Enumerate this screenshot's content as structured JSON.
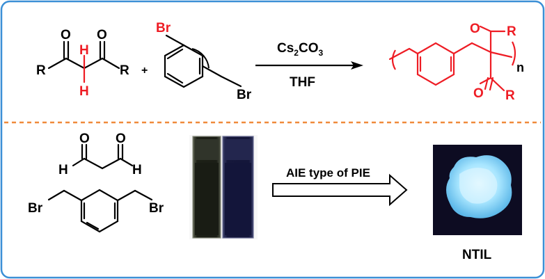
{
  "colors": {
    "frame": "#3b8fd6",
    "divider": "#f08a3c",
    "black": "#000000",
    "red": "#ee1c24",
    "cuvette_dark": "#14163a",
    "cuvette_light": "#1a1d14",
    "powder_bg": "#0d0c22",
    "powder_glow": "#9fe3ff"
  },
  "reaction": {
    "dione": {
      "o_left": "O",
      "o_right": "O",
      "r_left": "R",
      "r_right": "R",
      "h_top": "H",
      "h_bottom": "H"
    },
    "plus": "+",
    "dibromide": {
      "br_top": "Br",
      "br_right": "Br"
    },
    "reagent_prefix": "Cs",
    "reagent_sub1": "2",
    "reagent_mid": "CO",
    "reagent_sub2": "3",
    "solvent": "THF",
    "polymer": {
      "o_top": "O",
      "r_top": "R",
      "o_bottom": "O",
      "r_bottom": "R",
      "n": "n"
    }
  },
  "bottom": {
    "malonaldehyde": {
      "o_left": "O",
      "o_right": "O",
      "h_left": "H",
      "h_right": "H"
    },
    "xylene": {
      "br_left": "Br",
      "br_right": "Br"
    },
    "arrow_label": "AIE type of PIE",
    "product_label": "NTIL"
  },
  "icons": {
    "reaction_arrow": "right-arrow-icon",
    "hollow_arrow": "hollow-right-arrow-icon"
  }
}
